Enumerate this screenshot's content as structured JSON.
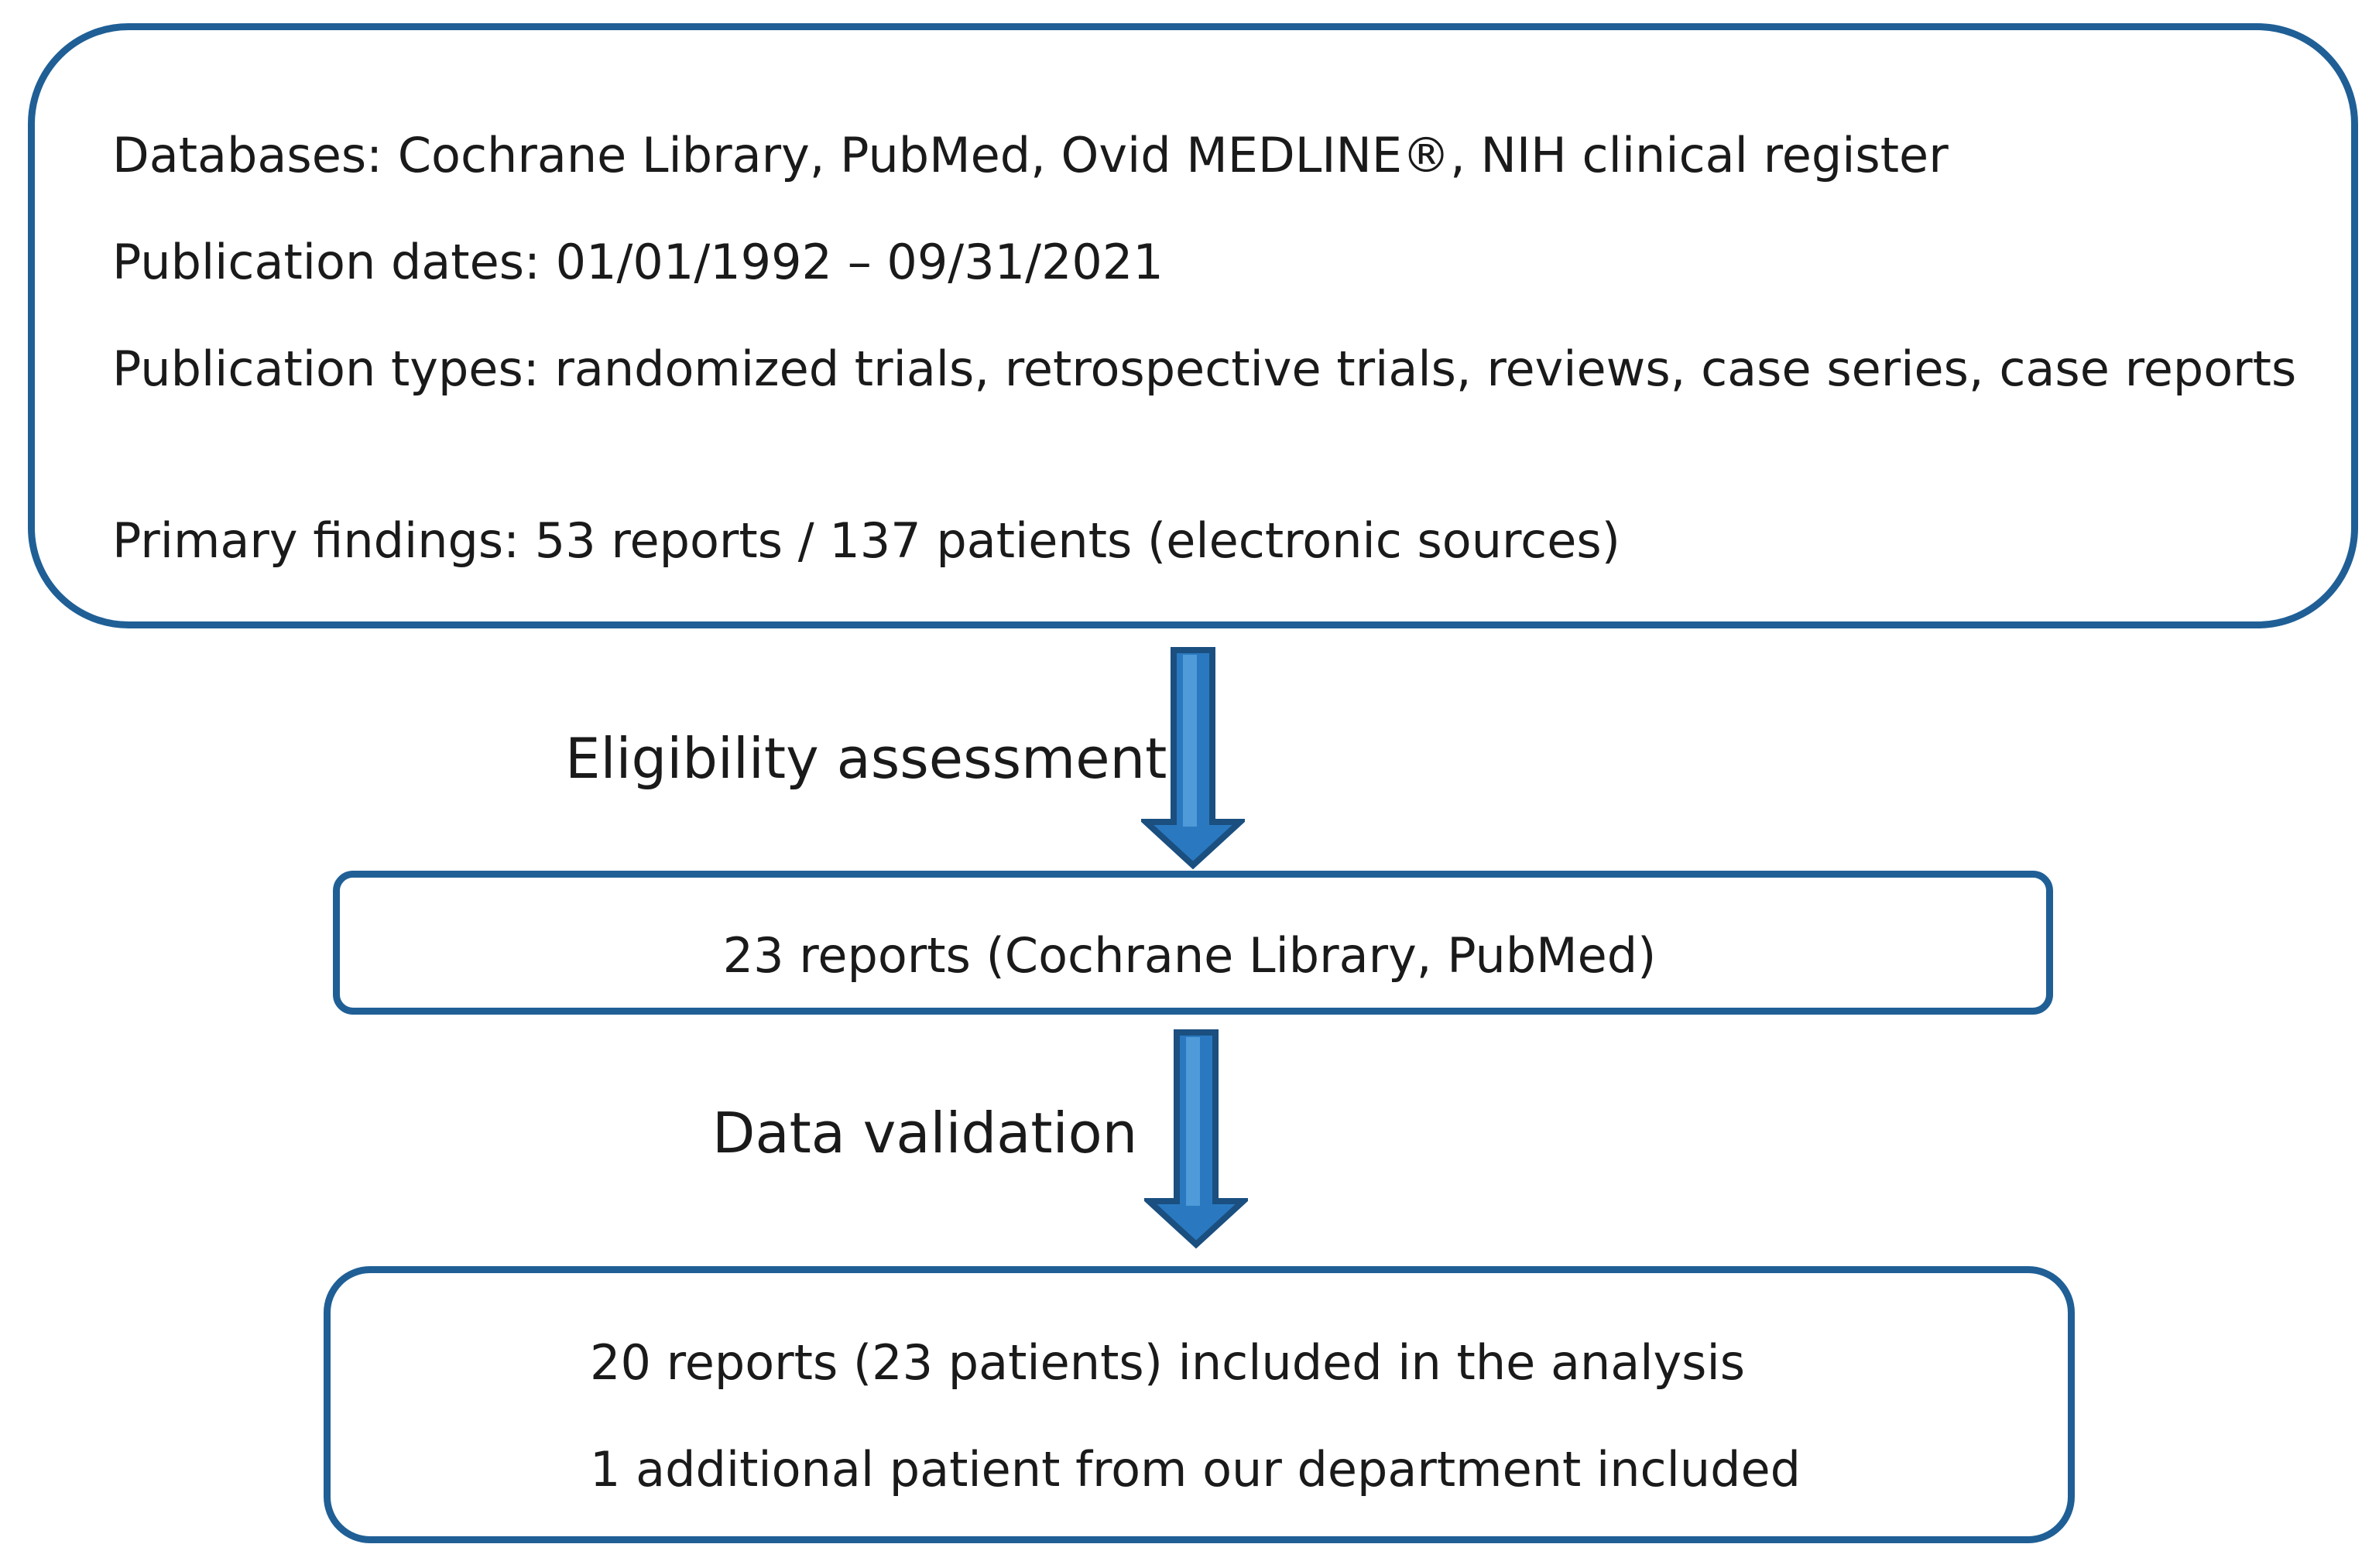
{
  "search_box": {
    "databases": "Databases: Cochrane Library, PubMed, Ovid MEDLINE®, NIH clinical register",
    "publication_dates": "Publication dates: 01/01/1992 – 09/31/2021",
    "publication_types": "Publication types: randomized trials, retrospective trials, reviews, case series, case reports",
    "primary_findings": "Primary findings: 53 reports / 137 patients (electronic sources)"
  },
  "step1": {
    "label": "Eligibility assessment"
  },
  "eligible_box": {
    "text": "23 reports (Cochrane Library, PubMed)"
  },
  "step2": {
    "label": "Data validation"
  },
  "included_box": {
    "line1": "20 reports (23 patients) included in the analysis",
    "line2": "1 additional patient from our department included"
  },
  "colors": {
    "box_border": "#1f5f96",
    "arrow_fill": "#2a79c0",
    "arrow_stroke": "#1a4f80"
  },
  "icons": {
    "arrow": "down-arrow-icon"
  }
}
